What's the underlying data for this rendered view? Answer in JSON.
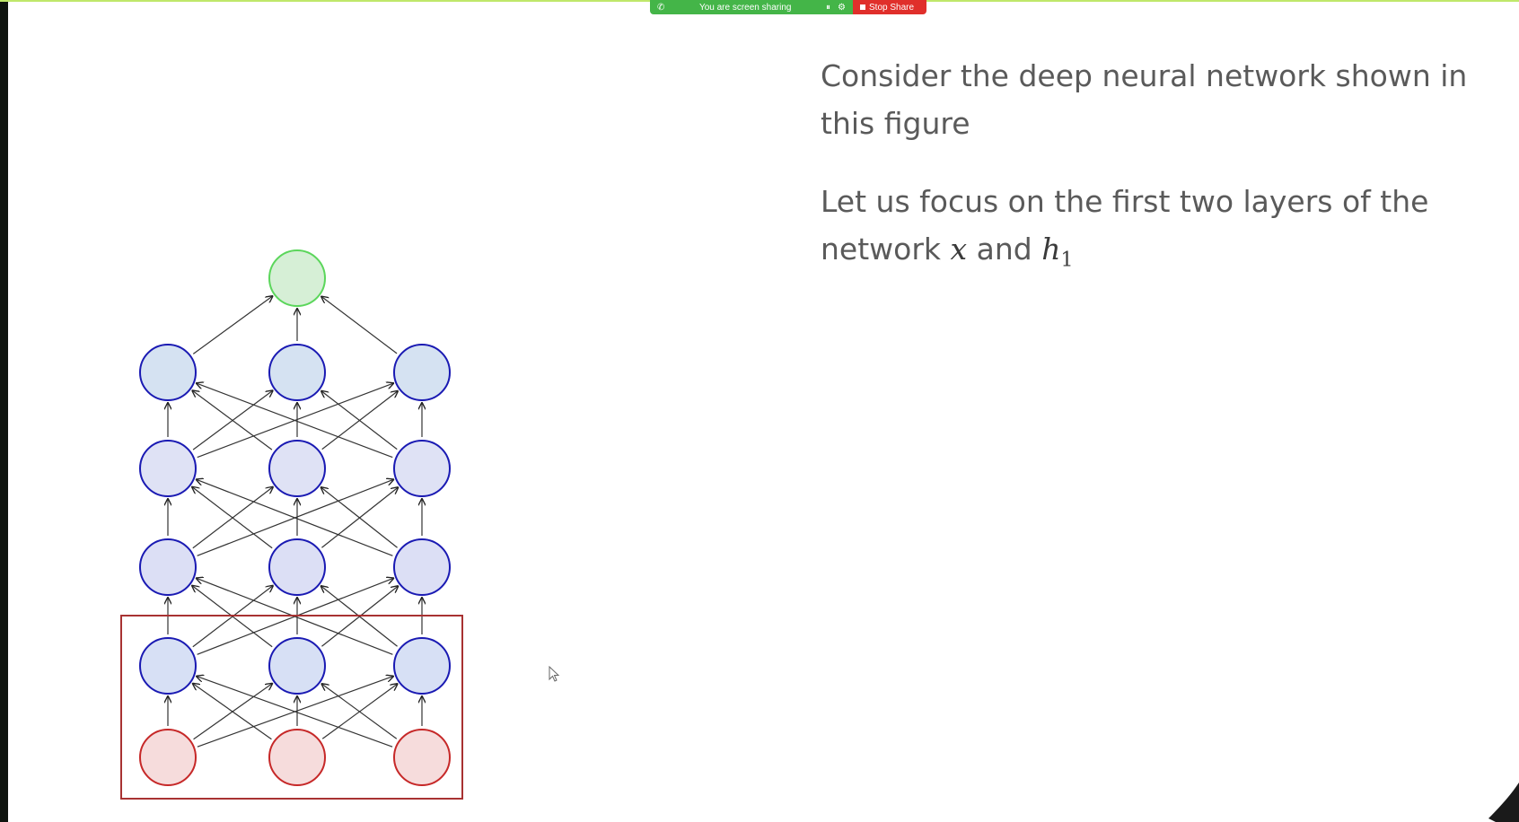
{
  "share_bar": {
    "status_text": "You are screen sharing",
    "stop_label": "Stop Share",
    "colors": {
      "status_bg": "#44b548",
      "stop_bg": "#e02f2b"
    }
  },
  "slide": {
    "line1": "Consider the deep neural network shown in this figure",
    "line2_prefix": "Let us focus on the first two layers of the network ",
    "var_x": "x",
    "line2_and": " and ",
    "var_h": "h",
    "var_h_sub": "1"
  },
  "network": {
    "layers": [
      {
        "name": "input",
        "count": 3,
        "fill": "#f6dcdc",
        "stroke": "#c62828"
      },
      {
        "name": "hidden",
        "count": 3,
        "fill": "#d7e0f5",
        "stroke": "#1a1ab3"
      },
      {
        "name": "hidden",
        "count": 3,
        "fill": "#dcdff5",
        "stroke": "#1a1ab3"
      },
      {
        "name": "hidden",
        "count": 3,
        "fill": "#dfe2f5",
        "stroke": "#1a1ab3"
      },
      {
        "name": "hidden",
        "count": 3,
        "fill": "#d5e2f2",
        "stroke": "#1a1ab3"
      },
      {
        "name": "output",
        "count": 1,
        "fill": "#d6efd6",
        "stroke": "#5bd65b"
      }
    ],
    "highlight_color": "#a83232"
  }
}
